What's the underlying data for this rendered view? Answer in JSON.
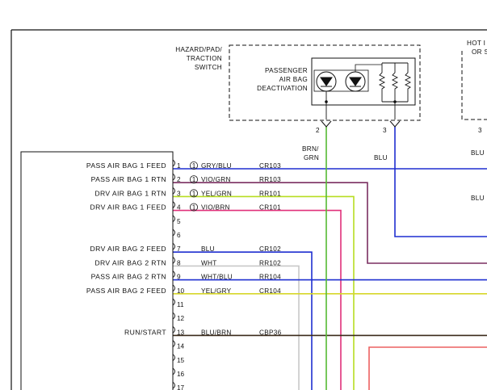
{
  "colors": {
    "blu": "#1f2fd0",
    "vio_grn": "#7a2e60",
    "yel_grn": "#b7dd22",
    "vio_brn": "#e0307a",
    "wht": "#c8c8c8",
    "yel_gry": "#d7d72a",
    "blu_brn": "#3a2a1a",
    "red": "#ec6060",
    "grn": "#55bb33",
    "line": "#111111"
  },
  "switch": {
    "title_lines": [
      "HAZARD/PAD/",
      "TRACTION",
      "SWITCH"
    ],
    "inner_lines": [
      "PASSENGER",
      "AIR BAG",
      "DEACTIVATION"
    ],
    "pin_left": "2",
    "pin_right": "3",
    "wire_left_lines": [
      "BRN/",
      "GRN"
    ],
    "wire_right": "BLU"
  },
  "right_component": {
    "title_lines": [
      "HOT I",
      "OR S"
    ],
    "pin": "3",
    "wire_1": "BLU",
    "wire_2": "BLU"
  },
  "connector": {
    "rows": [
      {
        "pin": "1",
        "name": "PASS AIR BAG 1 FEED",
        "marker": "1",
        "color": "GRY/BLU",
        "circuit": "CR103"
      },
      {
        "pin": "2",
        "name": "PASS AIR BAG 1 RTN",
        "marker": "1",
        "color": "VIO/GRN",
        "circuit": "RR103"
      },
      {
        "pin": "3",
        "name": "DRV AIR BAG 1 RTN",
        "marker": "1",
        "color": "YEL/GRN",
        "circuit": "RR101"
      },
      {
        "pin": "4",
        "name": "DRV AIR BAG 1 FEED",
        "marker": "1",
        "color": "VIO/BRN",
        "circuit": "CR101"
      },
      {
        "pin": "5",
        "name": "",
        "marker": "",
        "color": "",
        "circuit": ""
      },
      {
        "pin": "6",
        "name": "",
        "marker": "",
        "color": "",
        "circuit": ""
      },
      {
        "pin": "7",
        "name": "DRV AIR BAG 2 FEED",
        "marker": "",
        "color": "BLU",
        "circuit": "CR102"
      },
      {
        "pin": "8",
        "name": "DRV AIR BAG 2 RTN",
        "marker": "",
        "color": "WHT",
        "circuit": "RR102"
      },
      {
        "pin": "9",
        "name": "PASS AIR BAG 2 RTN",
        "marker": "",
        "color": "WHT/BLU",
        "circuit": "RR104"
      },
      {
        "pin": "10",
        "name": "PASS AIR BAG 2 FEED",
        "marker": "",
        "color": "YEL/GRY",
        "circuit": "CR104"
      },
      {
        "pin": "11",
        "name": "",
        "marker": "",
        "color": "",
        "circuit": ""
      },
      {
        "pin": "12",
        "name": "",
        "marker": "",
        "color": "",
        "circuit": ""
      },
      {
        "pin": "13",
        "name": "RUN/START",
        "marker": "",
        "color": "BLU/BRN",
        "circuit": "CBP36"
      },
      {
        "pin": "14",
        "name": "",
        "marker": "",
        "color": "",
        "circuit": ""
      },
      {
        "pin": "15",
        "name": "",
        "marker": "",
        "color": "",
        "circuit": ""
      },
      {
        "pin": "16",
        "name": "",
        "marker": "",
        "color": "",
        "circuit": ""
      },
      {
        "pin": "17",
        "name": "",
        "marker": "",
        "color": "",
        "circuit": ""
      }
    ]
  }
}
